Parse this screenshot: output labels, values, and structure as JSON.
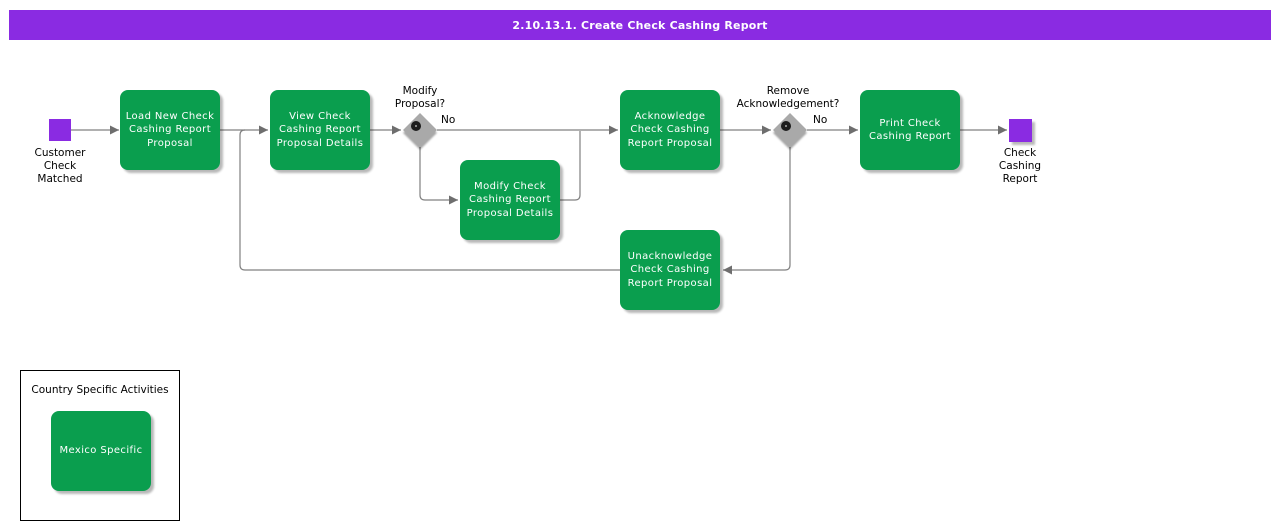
{
  "title": "2.10.13.1. Create Check Cashing Report",
  "colors": {
    "accent_purple": "#8a2be2",
    "task_green": "#0a9e4e",
    "line_gray": "#808080",
    "diamond_gray": "#a9a9a9"
  },
  "events": {
    "start": {
      "label": "Customer\nCheck\nMatched"
    },
    "end": {
      "label": "Check\nCashing\nReport"
    }
  },
  "tasks": [
    {
      "label": "Load New Check\nCashing Report\nProposal"
    },
    {
      "label": "View Check\nCashing Report\nProposal Details"
    },
    {
      "label": "Modify Check\nCashing Report\nProposal Details"
    },
    {
      "label": "Acknowledge\nCheck Cashing\nReport Proposal"
    },
    {
      "label": "Print Check\nCashing Report"
    },
    {
      "label": "Unacknowledge\nCheck Cashing\nReport Proposal"
    }
  ],
  "decisions": [
    {
      "question": "Modify\nProposal?",
      "no_label": "No"
    },
    {
      "question": "Remove\nAcknowledgement?",
      "no_label": "No"
    }
  ],
  "legend": {
    "title": "Country Specific Activities",
    "items": [
      {
        "label": "Mexico Specific"
      }
    ]
  }
}
